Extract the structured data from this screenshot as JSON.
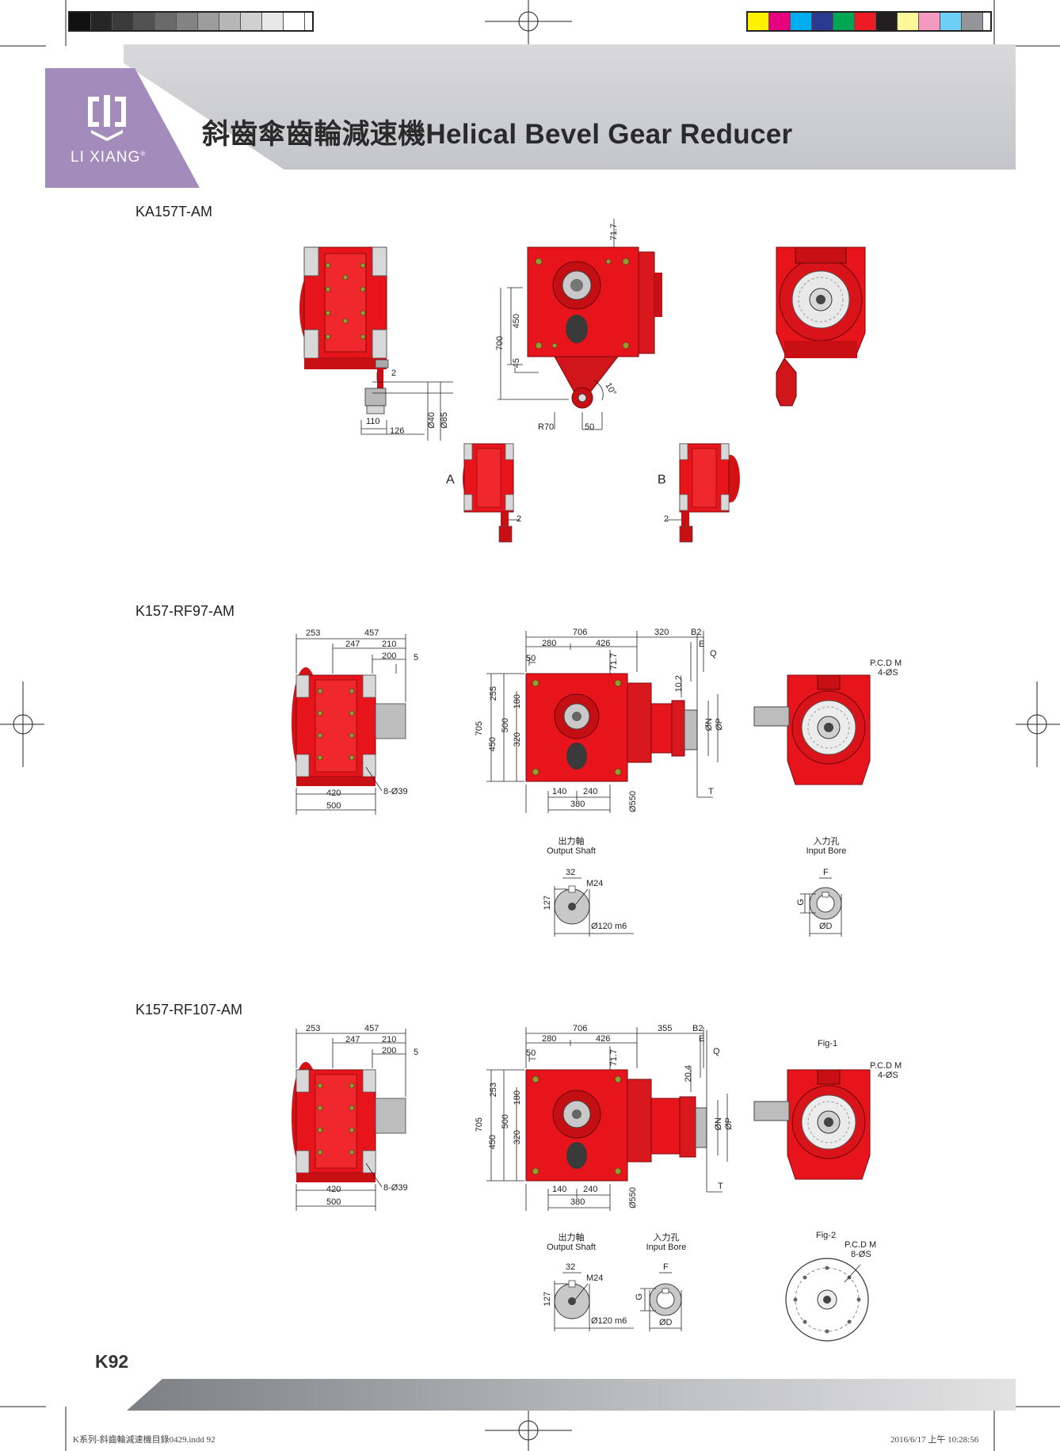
{
  "header": {
    "logo_text": "LI XIANG",
    "logo_registered": "®",
    "title": "斜齒傘齒輪減速機Helical Bevel Gear Reducer"
  },
  "colors": {
    "machine_red": "#e8141b",
    "logo_purple": "#a38cbc",
    "band_gray": "#cfd0d2"
  },
  "sections": [
    {
      "label": "KA157T-AM",
      "dims": [
        "71.7",
        "450",
        "700",
        "45",
        "R70",
        "50",
        "10°",
        "2",
        "110",
        "126",
        "Ø40",
        "Ø85",
        "A",
        "B",
        "2",
        "2"
      ]
    },
    {
      "label": "K157-RF97-AM",
      "dims": [
        "253",
        "457",
        "247",
        "210",
        "200",
        "5",
        "420",
        "500",
        "8-Ø39",
        "706",
        "320",
        "B2",
        "280",
        "426",
        "E",
        "Q",
        "50",
        "71.7",
        "10.2",
        "255",
        "180",
        "705",
        "500",
        "450",
        "320",
        "ØN",
        "ØP",
        "T",
        "140",
        "240",
        "380",
        "Ø550",
        "P.C.D M",
        "4-ØS"
      ],
      "output_shaft": {
        "title_zh": "出力軸",
        "title_en": "Output Shaft",
        "dims": [
          "32",
          "M24",
          "127",
          "Ø120 m6"
        ]
      },
      "input_bore": {
        "title_zh": "入力孔",
        "title_en": "Input Bore",
        "dims": [
          "F",
          "G",
          "ØD"
        ]
      }
    },
    {
      "label": "K157-RF107-AM",
      "dims": [
        "253",
        "457",
        "247",
        "210",
        "200",
        "5",
        "420",
        "500",
        "8-Ø39",
        "706",
        "355",
        "B2",
        "280",
        "426",
        "E",
        "Q",
        "50",
        "71.7",
        "20.4",
        "253",
        "180",
        "705",
        "500",
        "450",
        "320",
        "ØN",
        "ØP",
        "T",
        "140",
        "240",
        "380",
        "Ø550",
        "Fig-1",
        "P.C.D M",
        "4-ØS",
        "Fig-2",
        "P.C.D M",
        "8-ØS"
      ],
      "output_shaft": {
        "title_zh": "出力軸",
        "title_en": "Output Shaft",
        "dims": [
          "32",
          "M24",
          "127",
          "Ø120 m6"
        ]
      },
      "input_bore": {
        "title_zh": "入力孔",
        "title_en": "Input Bore",
        "dims": [
          "F",
          "G",
          "ØD"
        ]
      }
    }
  ],
  "page_number": "K92",
  "footer": {
    "file": "K系列-斜齒輪減速機目錄0429.indd   92",
    "timestamp": "2016/6/17   上午 10:28:56"
  }
}
